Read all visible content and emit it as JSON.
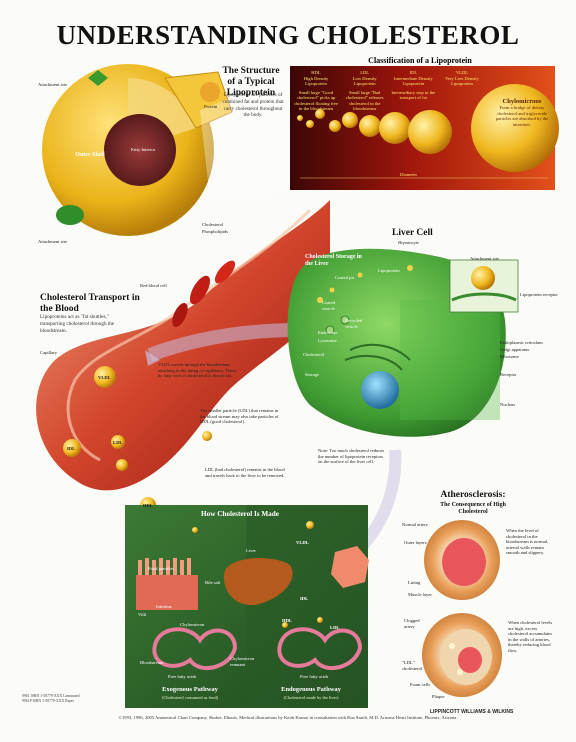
{
  "title": "UNDERSTANDING CHOLESTEROL",
  "lipoprotein": {
    "heading": "The Structure of a Typical Lipoprotein",
    "text": "Lipoproteins are particles of combined fat and protein that carry cholesterol throughout the body.",
    "labels": {
      "attachment_top": "Attachment site",
      "outer_shell": "Outer Shell",
      "fatty_interior": "Fatty Interior",
      "cholesterol": "Cholesterol",
      "phospholipids": "Phospholipids",
      "attachment_bottom": "Attachment site",
      "protein": "Protein"
    }
  },
  "classification": {
    "heading": "Classification of a Lipoprotein",
    "types": [
      {
        "abbr": "HDL",
        "name": "High Density Lipoprotein",
        "note": "Small large \"Good cholesterol\" picks up cholesterol floating free in the bloodstream"
      },
      {
        "abbr": "LDL",
        "name": "Low Density Lipoprotein",
        "note": "Small large \"Bad cholesterol\" releases cholesterol in the bloodstream"
      },
      {
        "abbr": "IDL",
        "name": "Intermediate Density Lipoprotein",
        "note": "Intermediary step in the transport of fat"
      },
      {
        "abbr": "VLDL",
        "name": "Very Low Density Lipoprotein",
        "note": ""
      }
    ],
    "chylomicron_title": "Chylomicrons",
    "chylomicron_text": "Form a bridge of dietary cholesterol and triglyceride particles are absorbed by the intestines.",
    "scale_label": "Diameter"
  },
  "transport": {
    "heading": "Cholesterol Transport in the Blood",
    "text": "Lipoproteins act as \"fat shuttles,\" transporting cholesterol through the bloodstream.",
    "red_blood_cell": "Red blood cell",
    "capillary": "Capillary",
    "vldl_note": "VLDL travels through the bloodstream, attaching to the lining of capillaries. There, its fatty core of cholesterol is drawn out.",
    "small_particle_note": "The smaller particle (LDL) that remains in the blood stream may also take particles of HDL (good cholesterol).",
    "ldl_note": "LDL (bad cholesterol) remains in the blood and travels back to the liver to be removed.",
    "particles": {
      "vldl": "VLDL",
      "idl": "IDL",
      "ldl": "LDL",
      "hdl": "HDL"
    }
  },
  "liver_cell": {
    "heading": "Liver Cell",
    "subheading": "Hepatocyte",
    "storage_heading": "Cholesterol Storage in the Liver",
    "labels": {
      "attachment_site": "Attachment site",
      "lipoprotein_receptor": "Lipoprotein receptor",
      "endoplasmic": "Endoplasmic reticulum",
      "golgi": "Golgi apparatus",
      "ribosome": "Ribosome",
      "receptor": "Receptor",
      "nucleus": "Nucleus",
      "lipoprotein": "Lipoprotein",
      "coated_pit": "Coated pit",
      "coated_vesicle": "Coated vesicle",
      "recycled_vesicle": "Recycled vesicle",
      "endosome": "Endosome",
      "lysosome": "Lysosome",
      "cholesterol": "Cholesterol",
      "storage": "Storage"
    },
    "note": "Note: Too much cholesterol reduces the number of lipoprotein receptors on the surface of the liver cell."
  },
  "how_made": {
    "heading": "How Cholesterol Is Made",
    "labels": {
      "food_particles": "Food particles",
      "villi": "Villi",
      "intestine": "Intestine",
      "bile_salt": "Bile salt",
      "chylomicron": "Chylomicron",
      "bloodstream": "Bloodstream",
      "chylomicron_remnant": "Chylomicron remnant",
      "free_fatty_acids": "Free fatty acids",
      "liver": "Liver",
      "vldl": "VLDL",
      "idl": "IDL",
      "ldl": "LDL",
      "hdl": "HDL",
      "free_fatty_acids_2": "Free fatty acids"
    },
    "exogenous": "Exogenous Pathway",
    "exogenous_sub": "(Cholesterol consumed as food)",
    "endogenous": "Endogenous Pathway",
    "endogenous_sub": "(Cholesterol made by the liver)"
  },
  "athero": {
    "heading": "Atherosclerosis:",
    "subheading": "The Consequence of High Cholesterol",
    "labels": {
      "normal_artery": "Normal artery",
      "outer_layers": "Outer layers",
      "lining": "Lining",
      "muscle_layer": "Muscle layer",
      "clogged_artery": "Clogged artery",
      "ldl_cholesterol": "\"LDL\" cholesterol",
      "foam_cells": "Foam cells",
      "plaque": "Plaque"
    },
    "normal_text": "When the level of cholesterol in the bloodstream is normal, arterial walls remain smooth and slippery.",
    "clogged_text": "When cholesterol levels are high, excess cholesterol accumulates in the walls of arteries, thereby reducing blood flow."
  },
  "footer": "©1993, 1996, 2005 Anatomical Chart Company, Skokie, Illinois. Medical illustrations by Keith Kasnot in consultation with Ron Smith, M.D. Arizona Heart Institute, Phoenix, Arizona.",
  "copyright": "9961 ISBN 1-58779-XXX Laminated\n9961P ISBN 1-58779-XXX Paper",
  "publisher": "LIPPINCOTT WILLIAMS & WILKINS",
  "colors": {
    "blood": "#c7281d",
    "liver_green": "#4fae3c",
    "panel_green": "#2f6a2c",
    "shell_yellow": "#f2c21e"
  }
}
